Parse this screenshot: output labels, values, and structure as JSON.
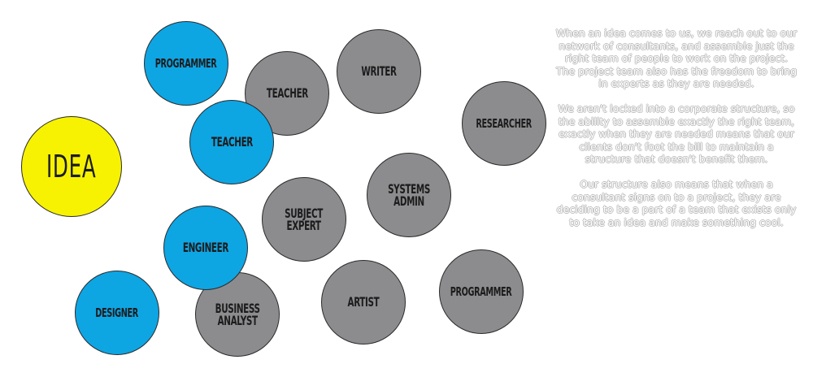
{
  "nodes": {
    "idea": "Idea",
    "programmer_1": "Programmer",
    "teacher_gray": "Teacher",
    "writer": "Writer",
    "researcher": "Researcher",
    "teacher_blue": "Teacher",
    "systems_admin": "Systems\nAdmin",
    "subject_expert": "Subject\nExpert",
    "engineer": "Engineer",
    "programmer_2": "Programmer",
    "designer": "Designer",
    "business_analyst": "Business\nAnalyst",
    "artist": "Artist"
  },
  "colors": {
    "idea": "#f7f202",
    "specialist_blue": "#0ea5e3",
    "specialist_gray": "#8c8c8f"
  },
  "description": {
    "p1": "When an idea comes to us, we reach out to our network of consultants, and assemble just the right team of people to work on the project.  The project team also has the freedom to bring in experts as they are needed.",
    "p2": "We aren't locked into a corporate structure, so the ability to assemble exactly the right team, exactly when they are needed means that our clients don't foot the bill to maintain a structure that doesn't benefit them.",
    "p3": "Our structure also means that when a consultant signs on to a project, they are deciding to be a part of a team that exists only to take an idea and make something cool."
  }
}
